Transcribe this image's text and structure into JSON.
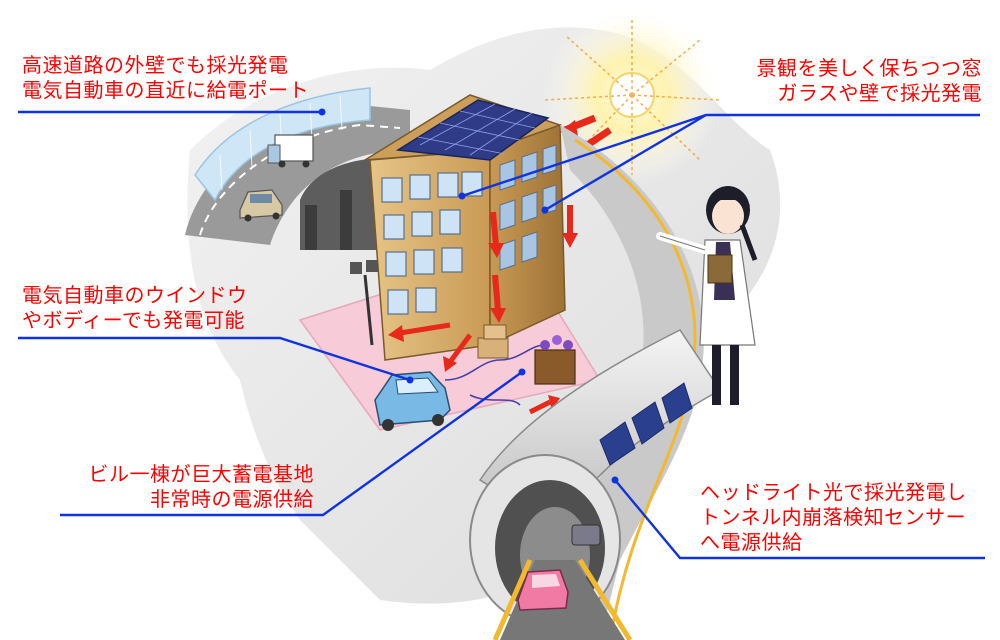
{
  "callouts": {
    "highway": [
      "高速道路の外壁でも採光発電",
      "電気自動車の直近に給電ポート"
    ],
    "window": [
      "景観を美しく保ちつつ窓",
      "ガラスや壁で採光発電"
    ],
    "car": [
      "電気自動車のウインドウ",
      "やボディーでも発電可能"
    ],
    "building": [
      "ビル一棟が巨大蓄電基地",
      "非常時の電源供給"
    ],
    "tunnel": [
      "ヘッドライト光で採光発電し",
      "トンネル内崩落検知センサー",
      "へ電源供給"
    ]
  },
  "colors": {
    "callout_text": "#ff0000",
    "leader_line": "#1133dd",
    "arrow": "#e8281a",
    "road": "#f2b92e"
  }
}
